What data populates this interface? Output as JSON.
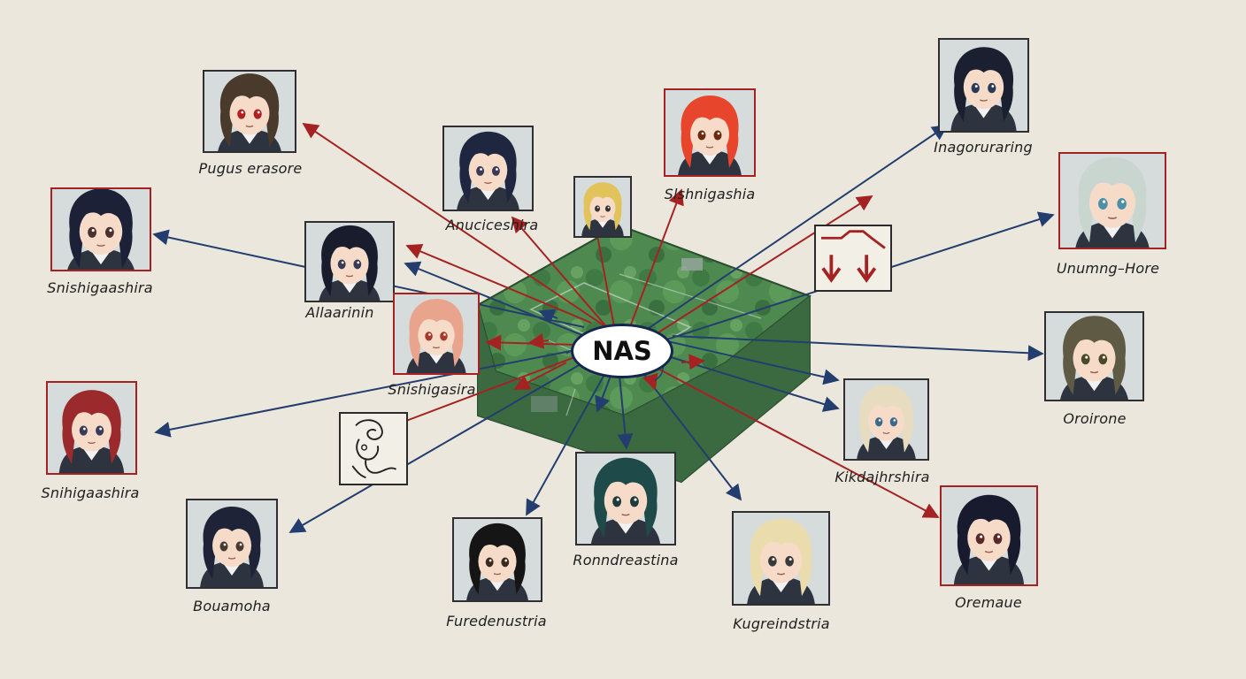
{
  "hub": {
    "label": "NAS"
  },
  "nodes": [
    {
      "id": "c1",
      "label": "Pugus erasore",
      "hair": "#4a3a2c",
      "eyes": "#b02020",
      "frame": "dark"
    },
    {
      "id": "c2",
      "label": "Anuciceshira",
      "hair": "#1f2740",
      "eyes": "#3a3a55",
      "frame": "dark"
    },
    {
      "id": "c3",
      "label": "",
      "hair": "#e2c25a",
      "eyes": "#333333",
      "frame": "dark"
    },
    {
      "id": "c4",
      "label": "Slshnigashia",
      "hair": "#e8462c",
      "eyes": "#6b2a10",
      "frame": "red"
    },
    {
      "id": "c5",
      "label": "Inagoruraring",
      "hair": "#1b2030",
      "eyes": "#2a3a5a",
      "frame": "dark"
    },
    {
      "id": "c6",
      "label": "Snishigaashira",
      "hair": "#1d2138",
      "eyes": "#4a3030",
      "frame": "red"
    },
    {
      "id": "c7",
      "label": "Allaarinin",
      "hair": "#191c2c",
      "eyes": "#3a3a55",
      "frame": "dark"
    },
    {
      "id": "c8",
      "label": "Snishigasira",
      "hair": "#e9a48e",
      "eyes": "#a83a2a",
      "frame": "red"
    },
    {
      "id": "c9",
      "label": "Unumng–Hore",
      "hair": "#c9d6d0",
      "eyes": "#4c8fa8",
      "frame": "red"
    },
    {
      "id": "c10",
      "label": "Oroirone",
      "hair": "#5e5a44",
      "eyes": "#4a4a2a",
      "frame": "dark"
    },
    {
      "id": "c11",
      "label": "Snihigaashira",
      "hair": "#9a2a2c",
      "eyes": "#3a3a5a",
      "frame": "red"
    },
    {
      "id": "c12",
      "label": "Kikdajhrshira",
      "hair": "#e7dcc0",
      "eyes": "#3c6a8a",
      "frame": "dark"
    },
    {
      "id": "c13",
      "label": "Bouamoha",
      "hair": "#1e2338",
      "eyes": "#4a3a30",
      "frame": "dark"
    },
    {
      "id": "c14",
      "label": "Furedenustria",
      "hair": "#151515",
      "eyes": "#3a2a20",
      "frame": "dark"
    },
    {
      "id": "c15",
      "label": "Ronndreastina",
      "hair": "#1f4a4a",
      "eyes": "#1f3a3a",
      "frame": "dark"
    },
    {
      "id": "c16",
      "label": "Kugreindstria",
      "hair": "#eadcac",
      "eyes": "#3a3a3a",
      "frame": "dark"
    },
    {
      "id": "c17",
      "label": "Oremaue",
      "hair": "#181a2e",
      "eyes": "#5a2a2a",
      "frame": "red"
    }
  ],
  "colors": {
    "background": "#ebe7dc",
    "arrow_red": "#a52222",
    "arrow_blue": "#233e6e",
    "platform_green": "#4e8a50",
    "frame_dark": "#2f2f33",
    "frame_red": "#a52222"
  },
  "symbols": [
    {
      "id": "s1",
      "name": "red-down-arrows-symbol"
    },
    {
      "id": "s2",
      "name": "scribble-creature-symbol"
    }
  ]
}
